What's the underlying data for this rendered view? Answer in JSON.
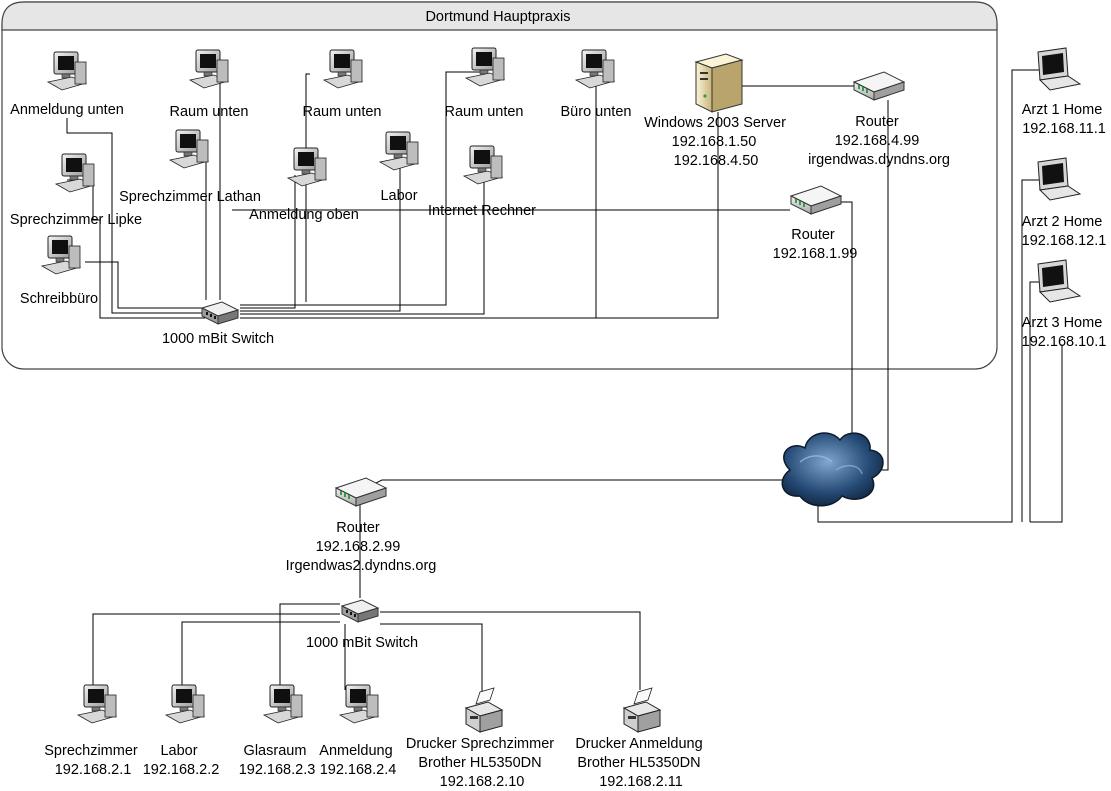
{
  "main_office": {
    "title": "Dortmund Hauptpraxis"
  },
  "nodes": {
    "anmeldung_unten": [
      "Anmeldung unten"
    ],
    "raum_unten_1": [
      "Raum unten"
    ],
    "raum_unten_2": [
      "Raum unten"
    ],
    "raum_unten_3": [
      "Raum unten"
    ],
    "buero_unten": [
      "Büro unten"
    ],
    "sprechzimmer_lipke": [
      "Sprechzimmer Lipke"
    ],
    "sprechzimmer_lathan": [
      "Sprechzimmer Lathan"
    ],
    "anmeldung_oben": [
      "Anmeldung oben"
    ],
    "labor_oben": [
      "Labor"
    ],
    "internet_rechner": [
      "Internet Rechner"
    ],
    "schreibbuero": [
      "Schreibbüro"
    ],
    "switch_main": [
      "1000 mBit Switch"
    ],
    "server": [
      "Windows 2003 Server",
      "192.168.1.50",
      "192.168.4.50"
    ],
    "router_4": [
      "Router",
      "192.168.4.99",
      "irgendwas.dyndns.org"
    ],
    "router_1": [
      "Router",
      "192.168.1.99"
    ],
    "arzt1": [
      "Arzt 1 Home",
      "192.168.11.1"
    ],
    "arzt2": [
      "Arzt 2 Home",
      "192.168.12.1"
    ],
    "arzt3": [
      "Arzt 3 Home",
      "192.168.10.1"
    ],
    "router_2": [
      "Router",
      "192.168.2.99",
      "Irgendwas2.dyndns.org"
    ],
    "switch_branch": [
      "1000 mBit Switch"
    ],
    "sprechzimmer_b": [
      "Sprechzimmer",
      "192.168.2.1"
    ],
    "labor_b": [
      "Labor",
      "192.168.2.2"
    ],
    "glasraum": [
      "Glasraum",
      "192.168.2.3"
    ],
    "anmeldung_b": [
      "Anmeldung",
      "192.168.2.4"
    ],
    "drucker_sprechzimmer": [
      "Drucker Sprechzimmer",
      "Brother HL5350DN",
      "192.168.2.10"
    ],
    "drucker_anmeldung": [
      "Drucker Anmeldung",
      "Brother HL5350DN",
      "192.168.2.11"
    ]
  },
  "icons": {
    "workstation": "computer-icon",
    "server": "server-icon",
    "router": "router-icon",
    "switch": "switch-icon",
    "laptop": "laptop-icon",
    "printer": "printer-icon",
    "cloud": "cloud-icon"
  }
}
